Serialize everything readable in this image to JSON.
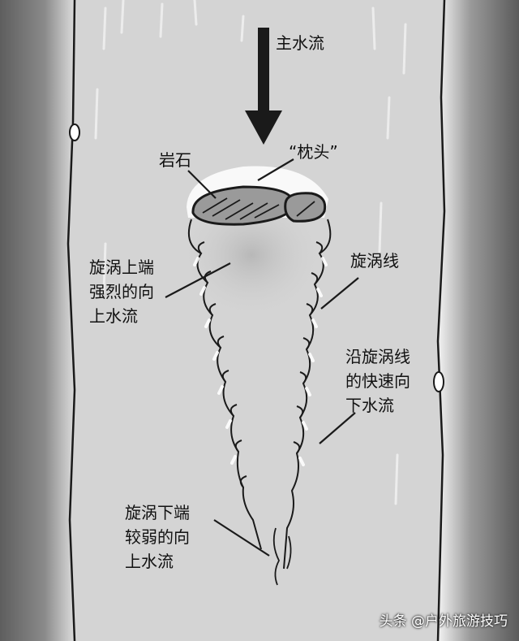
{
  "labels": {
    "main_flow": "主水流",
    "rock": "岩石",
    "pillow": "“枕头”",
    "upper_vortex": "旋涡上端\n强烈的向\n上水流",
    "eddy_line": "旋涡线",
    "downflow": "沿旋涡线\n的快速向\n下水流",
    "lower_vortex": "旋涡下端\n较弱的向\n上水流"
  },
  "watermark": "头条 @户外旅游技巧",
  "colors": {
    "water": "#d4d4d4",
    "bank": "#6a6a6a",
    "bank_light": "#f2f2f2",
    "ink": "#1a1a1a",
    "rock": "#9a9a9a"
  }
}
